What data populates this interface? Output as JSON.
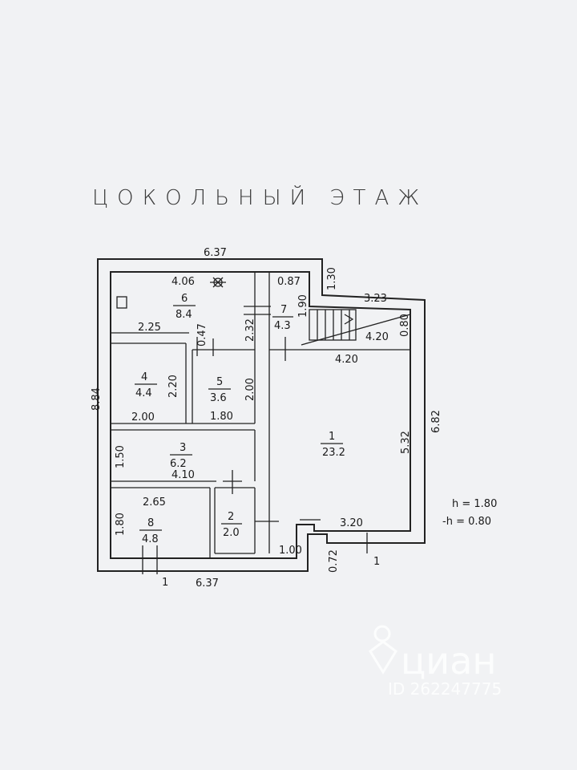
{
  "title": "ЦОКОЛЬНЫЙ ЭТАЖ",
  "rooms": [
    {
      "num": "1",
      "area": "23.2"
    },
    {
      "num": "2",
      "area": "2.0"
    },
    {
      "num": "3",
      "area": "6.2"
    },
    {
      "num": "4",
      "area": "4.4"
    },
    {
      "num": "5",
      "area": "3.6"
    },
    {
      "num": "6",
      "area": "8.4"
    },
    {
      "num": "7",
      "area": "4.3"
    },
    {
      "num": "8",
      "area": "4.8"
    }
  ],
  "dims": {
    "top_total": "6.37",
    "bottom_total": "6.37",
    "left_total": "8.84",
    "right_total": "6.82",
    "r6_width": "4.06",
    "r7_width": "0.87",
    "notch_depth": "1.30",
    "r7_height": "1.90",
    "r6_height": "2.32",
    "stair_top": "3.23",
    "stair_width": "4.20",
    "stair_height": "0.80",
    "r1_top": "4.20",
    "r1_height": "5.32",
    "r6_lower": "2.25",
    "wall_gap": "0.47",
    "r4_height": "2.20",
    "r4_width": "2.00",
    "r5_height": "2.00",
    "r5_width": "1.80",
    "r3_height": "1.50",
    "r3_width": "4.10",
    "r8_width": "2.65",
    "r8_height": "1.80",
    "door_width": "1.00",
    "entry_depth": "0.72",
    "r1_bottom": "3.20",
    "axis_bottom_left": "1",
    "axis_bottom_right": "1"
  },
  "legend": {
    "h_label": "h  =  1.80",
    "minus_h_label": "-h  =  0.80"
  },
  "watermark": {
    "brand": "циан",
    "id_text": "ID 262247775"
  }
}
